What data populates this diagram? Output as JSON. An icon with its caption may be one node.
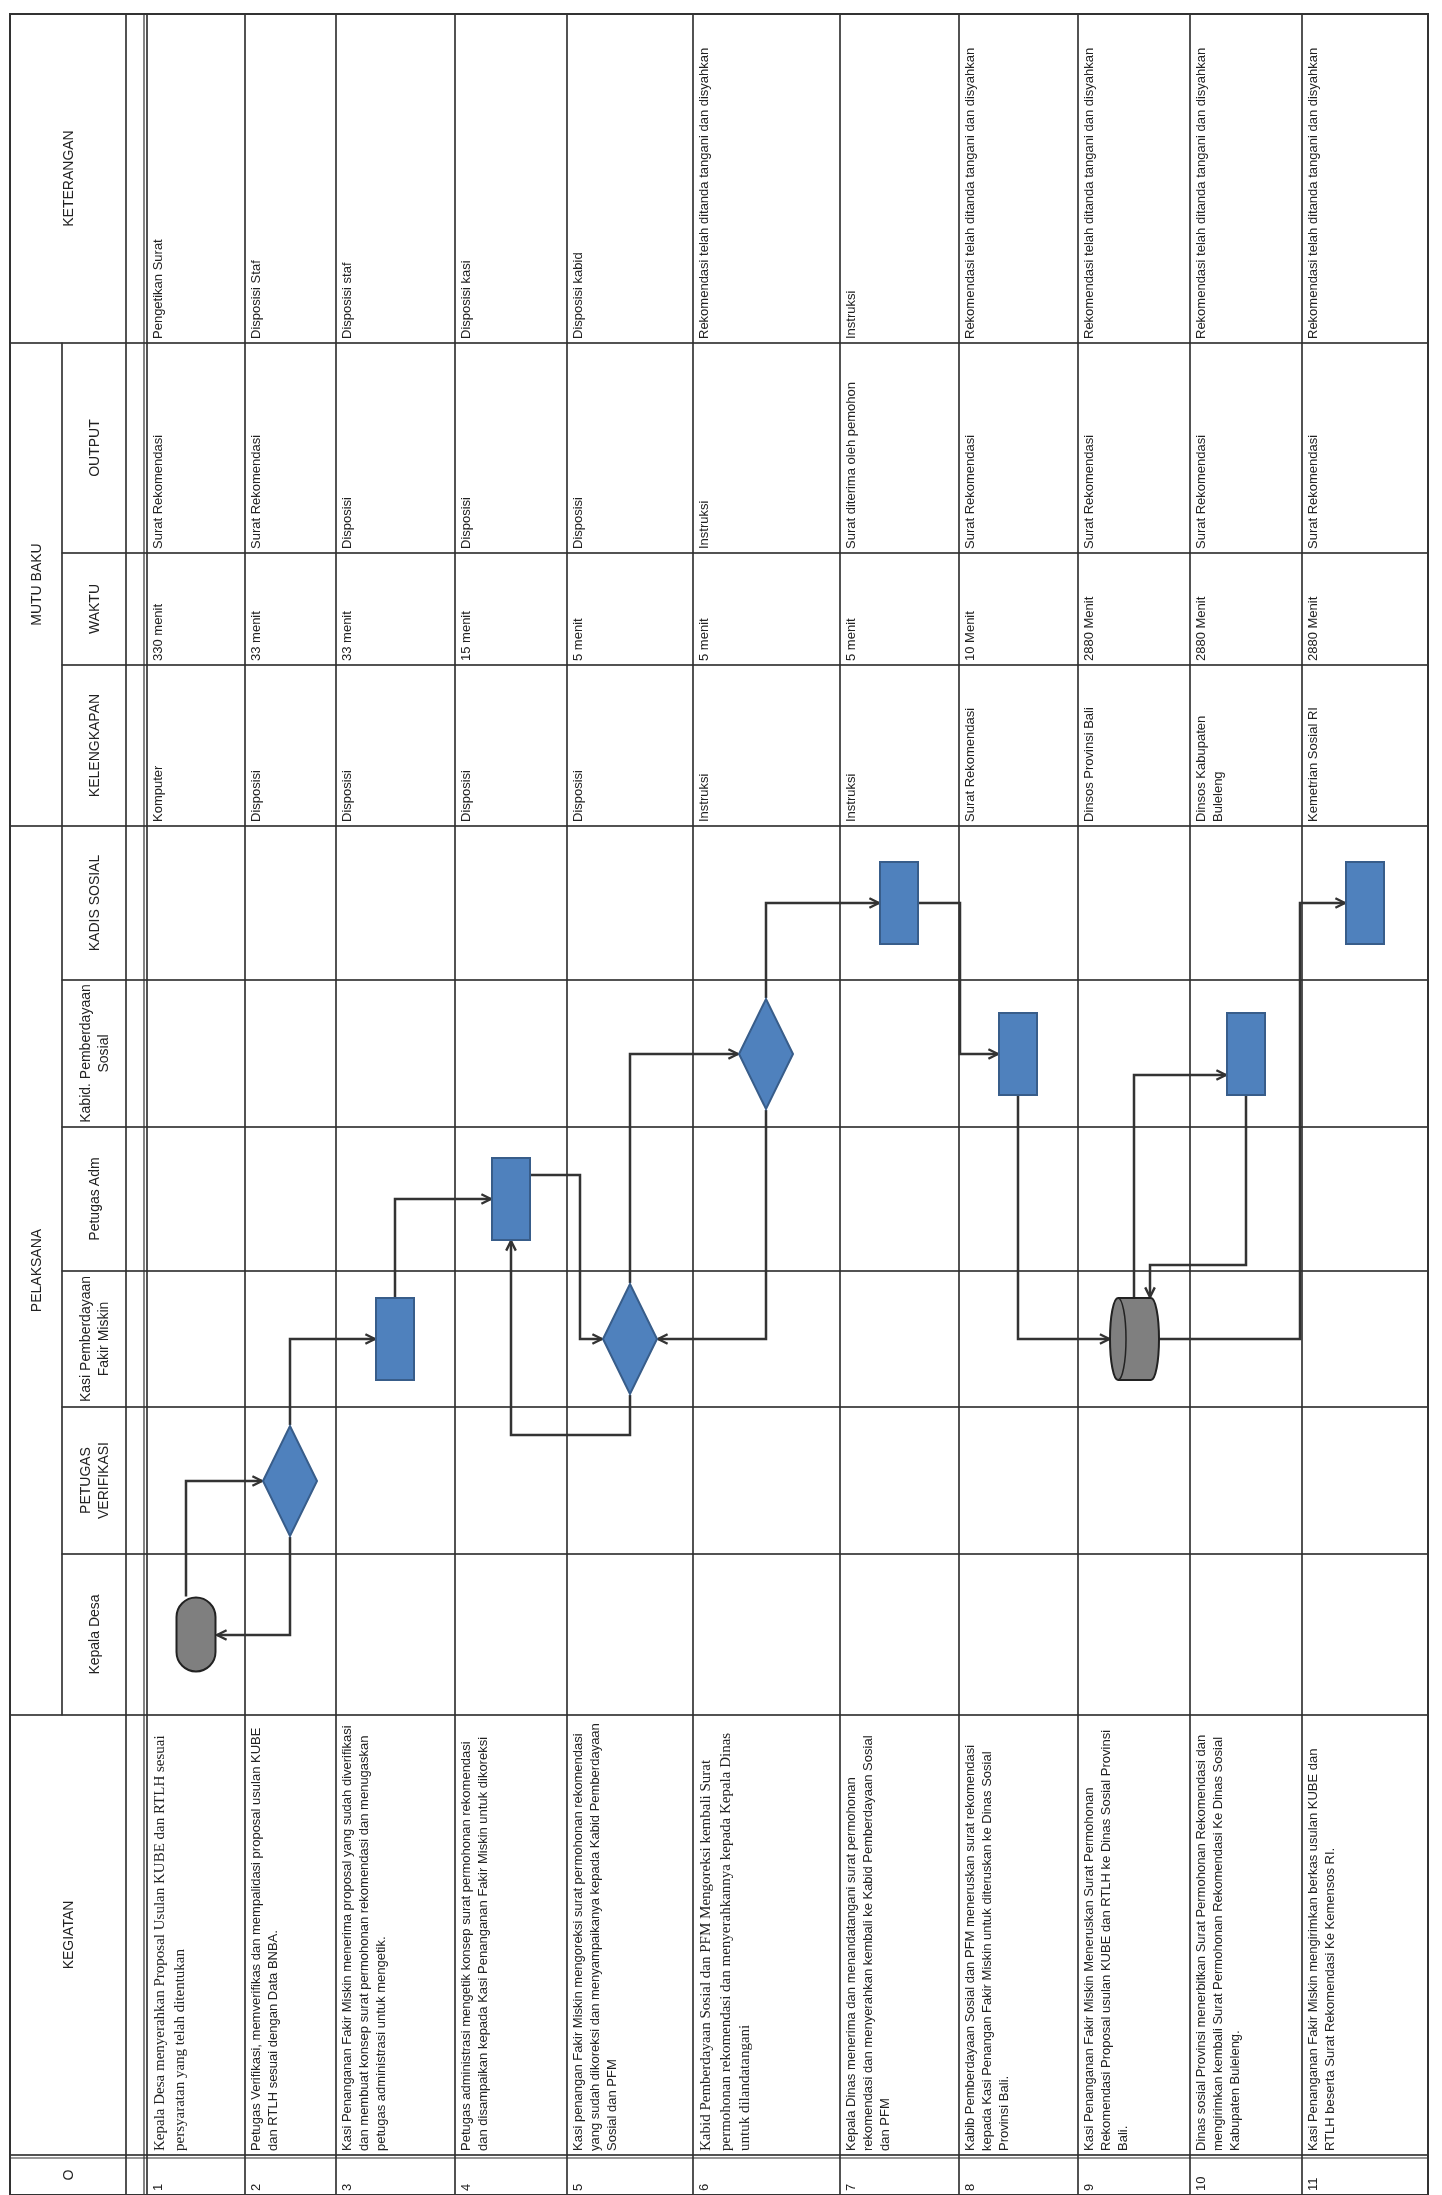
{
  "diagram": {
    "nodes": [
      {
        "text": [],
        "shape": "oval"
      },
      {
        "text": [],
        "shape": "diamond"
      },
      {
        "text": [],
        "shape": "box"
      },
      {
        "text": [],
        "shape": "box"
      },
      {
        "text": [],
        "shape": "diamond"
      },
      {
        "text": [],
        "shape": "diamond"
      },
      {
        "text": [],
        "shape": "box"
      },
      {
        "text": [],
        "shape": "box"
      },
      {
        "text": [],
        "shape": "cylinder"
      },
      {
        "text": [],
        "shape": "box"
      },
      {
        "text": [],
        "shape": "box"
      }
    ],
    "edges": [
      {
        "from": 0,
        "to": 1,
        "arrow": "to"
      },
      {
        "from": 1,
        "to": 0,
        "arrow": "to"
      },
      {
        "from": 1,
        "to": 2,
        "arrow": "to"
      },
      {
        "from": 2,
        "to": 3,
        "arrow": "to"
      },
      {
        "from": 3,
        "to": 4,
        "arrow": "to"
      },
      {
        "from": 4,
        "to": 3,
        "arrow": "to"
      },
      {
        "from": 4,
        "to": 5,
        "arrow": "to"
      },
      {
        "from": 5,
        "to": 4,
        "arrow": "to"
      },
      {
        "from": 5,
        "to": 6,
        "arrow": "to"
      },
      {
        "from": 6,
        "to": 7,
        "arrow": "to"
      },
      {
        "from": 7,
        "to": 8,
        "arrow": "to"
      },
      {
        "from": 8,
        "to": 9,
        "arrow": "to"
      },
      {
        "from": 9,
        "to": 8,
        "arrow": "to"
      },
      {
        "from": 8,
        "to": 10,
        "arrow": "to"
      }
    ],
    "labels": [
      "O",
      "KEGIATAN",
      "PELAKSANA",
      "MUTU BAKU",
      "Kepala Desa",
      "PETUGAS VERIFIKASI",
      "Kasi Pemberdayaan Fakir Miskin",
      "Petugas Adm",
      "Kabid. Pemberdayaan Sosial",
      "KADIS SOSIAL",
      "KELENGKAPAN",
      "WAKTU",
      "OUTPUT",
      "KETERANGAN",
      "1",
      "Kepala Desa menyerahkan Proposal Usulan KUBE dan RTLH sesuai persyaratan yang telah ditentukan",
      "Komputer",
      "330 menit",
      "Surat Rekomendasi",
      "Pengetikan Surat",
      "2",
      "Petugas Verifikasi, memverifikas dan mempalidasi proposal usulan KUBE dan RTLH sesuai dengan Data BNBA.",
      "Disposisi",
      "33 menit",
      "Surat Rekomendasi",
      "Disposisi Staf",
      "3",
      "Kasi Penanganan Fakir Miskin menerima proposal yang sudah diverifikasi dan membuat konsep surat permohonan rekomendasi dan menugaskan petugas administrasi untuk mengetik.",
      "Disposisi",
      "33 menit",
      "Disposisi",
      "Disposisi staf",
      "4",
      "Petugas administrasi mengetik konsep surat permohonan rekomendasi dan disampaikan kepada Kasi Penanganan Fakir Miskin untuk dikoreksi",
      "Disposisi",
      "15 menit",
      "Disposisi",
      "Disposisi kasi",
      "5",
      "Kasi penangan Fakir Miskin mengoreksi surat permohonan rekomendasi yang sudah dikoreksi dan menyampaikanya kepada Kabid Pemberdayaan Sosial dan PFM",
      "Disposisi",
      "5 menit",
      "Disposisi",
      "Disposisi kabid",
      "6",
      "Kabid Pemberdayaan Sosial dan PFM Mengoreksi kembali Surat permohonan rekomendasi dan menyerahkannya kepada Kepala Dinas untuk dilandatangani",
      "Instruksi",
      "5 menit",
      "Instruksi",
      "Rekomendasi telah ditanda tangani dan disyahkan",
      "7",
      "Kepala Dinas menerima dan menandatangani surat permohonan rekomendasi dan menyerahkan kembali ke Kabid Pemberdayaan Sosial dan PFM",
      "Instruksi",
      "5 menit",
      "Surat diterima oleh pemohon",
      "Instruksi",
      "8",
      "Kabib Pemberdayaan Sosial dan PFM meneruskan surat rekomendasi kepada Kasi Penangan Fakir Miskin untuk diteruskan ke Dinas Sosial Provinsi Bali.",
      "Surat Rekomendasi",
      "10 Menit",
      "Surat Rekomendasi",
      "Rekomendasi telah ditanda tangani dan disyahkan",
      "9",
      "Kasi Penanganan Fakir Miskin Meneruskan Surat Permohonan Rekomendasi Proposal usulan KUBE dan RTLH ke Dinas Sosial Provinsi Bali.",
      "Dinsos Provinsi Bali",
      "2880 Menit",
      "Surat Rekomendasi",
      "Rekomendasi telah ditanda tangani dan disyahkan",
      "10",
      "Dinas sosial Provinsi menerbitkan Surat Permohonan Rekomendasi dan mengirimkan kembali Surat Permohonan Rekomendasi Ke Dinas Sosial Kabupaten Buleleng.",
      "Dinsos Kabupaten Buleleng",
      "2880 Menit",
      "Surat Rekomendasi",
      "Rekomendasi telah ditanda tangani dan disyahkan",
      "11",
      "Kasi Penanganan Fakir Miskin mengirimkan berkas usulan KUBE dan RTLH beserta Surat Rekomendasi Ke Kemensos RI.",
      "Kemetrian Sosial RI",
      "2880 Menit",
      "Surat Rekomendasi",
      "Rekomendasi telah ditanda tangani dan disyahkan"
    ]
  }
}
